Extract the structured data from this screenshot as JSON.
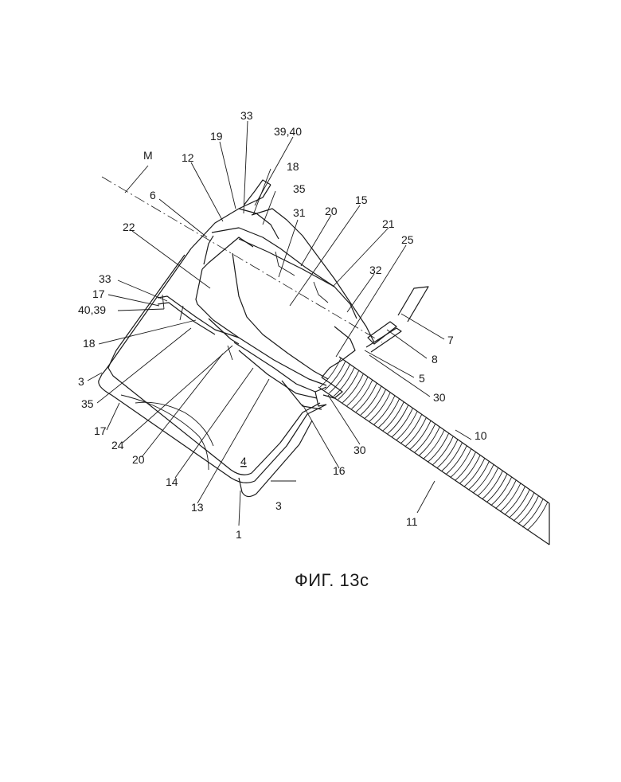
{
  "figure": {
    "caption": "ФИГ. 13c",
    "axis_label": "M",
    "reference_numerals": [
      "33",
      "19",
      "39,40",
      "12",
      "18",
      "35",
      "6",
      "20",
      "15",
      "31",
      "21",
      "22",
      "25",
      "32",
      "33",
      "17",
      "40,39",
      "7",
      "18",
      "8",
      "3",
      "5",
      "35",
      "30",
      "17",
      "24",
      "20",
      "30",
      "16",
      "14",
      "10",
      "4",
      "3",
      "13",
      "11",
      "1"
    ]
  },
  "colors": {
    "ink": "#1a1a1a",
    "paper": "#ffffff"
  }
}
